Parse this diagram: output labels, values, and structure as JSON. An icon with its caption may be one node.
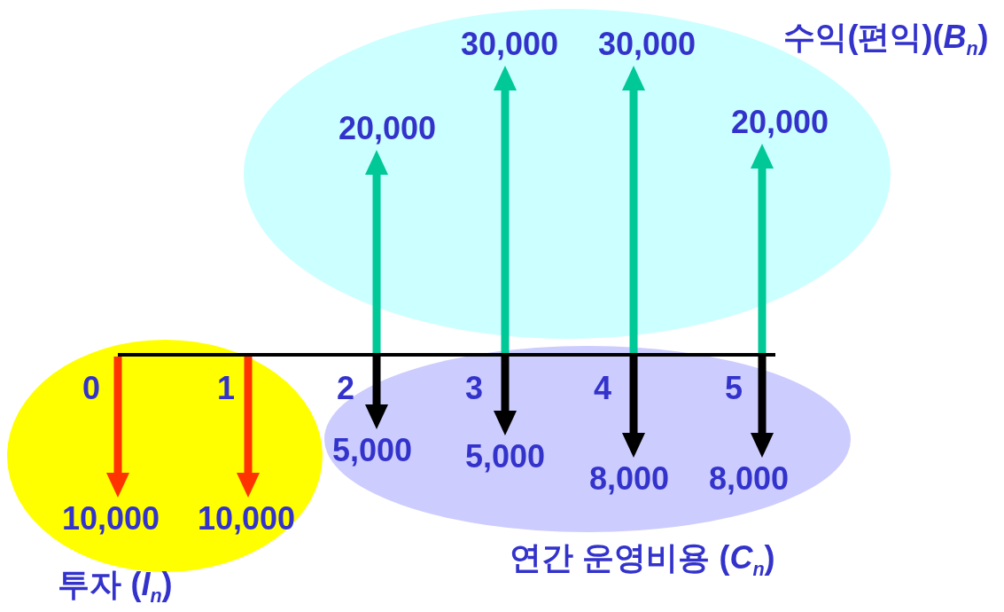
{
  "diagram": {
    "nodes": [
      {
        "text": [
          "수익(편익)(*B*$_{n}$)"
        ]
      },
      {
        "text": [
          "20,000"
        ],
        "in": 0
      },
      {
        "text": [
          "30,000"
        ],
        "in": 0
      },
      {
        "text": [
          "30,000"
        ],
        "in": 0
      },
      {
        "text": [
          "20,000"
        ],
        "in": 0
      },
      {
        "text": [
          "투자 (*I*$_{n}$)"
        ]
      },
      {
        "text": [
          "10,000"
        ],
        "in": 5
      },
      {
        "text": [
          "10,000"
        ],
        "in": 5
      },
      {
        "text": [
          "연간 운영비용 (*C*$_{n}$)"
        ]
      },
      {
        "text": [
          "5,000"
        ],
        "in": 8
      },
      {
        "text": [
          "5,000"
        ],
        "in": 8
      },
      {
        "text": [
          "8,000"
        ],
        "in": 8
      },
      {
        "text": [
          "8,000"
        ],
        "in": 8
      },
      {
        "text": [],
        "shape": "bar"
      }
    ],
    "edges": [
      {
        "from": 13,
        "to": 1,
        "arrow": "to",
        "color": "#00c896"
      },
      {
        "from": 13,
        "to": 2,
        "arrow": "to",
        "color": "#00c896"
      },
      {
        "from": 13,
        "to": 3,
        "arrow": "to",
        "color": "#00c896"
      },
      {
        "from": 13,
        "to": 4,
        "arrow": "to",
        "color": "#00c896"
      },
      {
        "from": 13,
        "to": 6,
        "arrow": "to",
        "color": "#ff3300"
      },
      {
        "from": 13,
        "to": 7,
        "arrow": "to",
        "color": "#ff3300"
      },
      {
        "from": 13,
        "to": 9,
        "arrow": "to",
        "color": "#000000"
      },
      {
        "from": 13,
        "to": 10,
        "arrow": "to",
        "color": "#000000"
      },
      {
        "from": 13,
        "to": 11,
        "arrow": "to",
        "color": "#000000"
      },
      {
        "from": 13,
        "to": 12,
        "arrow": "to",
        "color": "#000000"
      }
    ],
    "labels": [
      "0",
      "1",
      "2",
      "3",
      "4",
      "5"
    ]
  }
}
